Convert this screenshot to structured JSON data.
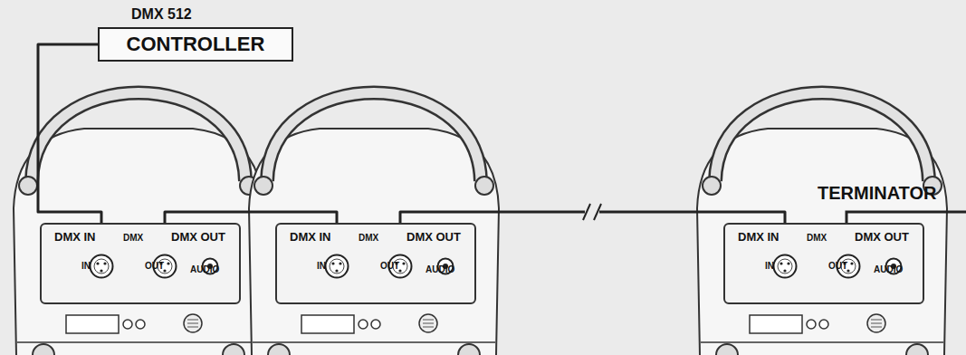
{
  "diagram": {
    "nodes": [
      {
        "text": [
          "DMX 512",
          "CONTROLLER"
        ]
      },
      {
        "text": [
          "DMX IN",
          "DMX",
          "DMX OUT"
        ]
      },
      {
        "text": [
          "IN"
        ],
        "in": 1
      },
      {
        "text": [
          "OUT"
        ],
        "in": 1
      },
      {
        "text": [
          "AUDIO"
        ],
        "in": 1
      },
      {
        "text": [
          "DMX IN",
          "DMX",
          "DMX OUT"
        ]
      },
      {
        "text": [
          "IN"
        ],
        "in": 5
      },
      {
        "text": [
          "OUT"
        ],
        "in": 5
      },
      {
        "text": [
          "AUDIO"
        ],
        "in": 5
      },
      {
        "text": [
          "DMX IN",
          "DMX",
          "DMX OUT"
        ]
      },
      {
        "text": [
          "IN"
        ],
        "in": 9
      },
      {
        "text": [
          "OUT"
        ],
        "in": 9
      },
      {
        "text": [
          "AUDIO"
        ],
        "in": 9
      }
    ],
    "edges": [
      {
        "from": 0,
        "to": 2,
        "arrow": "none"
      },
      {
        "from": 3,
        "to": 6,
        "arrow": "none"
      },
      {
        "from": 7,
        "to": 10,
        "arrow": "none"
      }
    ],
    "labels": [
      "TERMINATOR"
    ]
  }
}
